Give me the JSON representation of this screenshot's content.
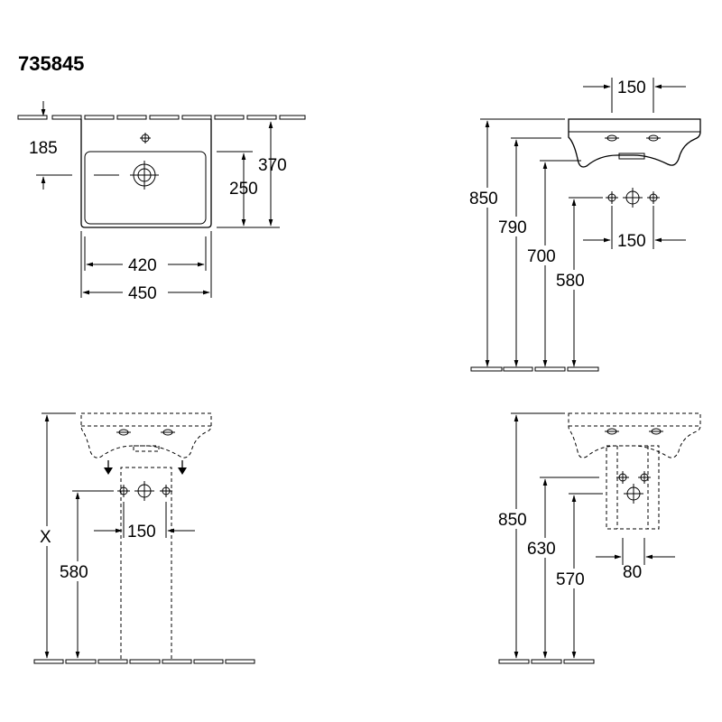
{
  "title": "735845",
  "views": {
    "top": {
      "wall_offset": "185",
      "depth_outer": "370",
      "depth_inner": "250",
      "width_inner": "420",
      "width_outer": "450"
    },
    "side": {
      "tap_spacing_top": "150",
      "height_rim": "850",
      "height_overflow": "790",
      "height_outlet": "700",
      "height_supply": "580",
      "supply_spacing": "150"
    },
    "pedestal": {
      "variable_height": "X",
      "supply_height": "580",
      "supply_spacing": "150"
    },
    "semi_pedestal": {
      "height_rim": "850",
      "height_waste": "630",
      "height_supply": "570",
      "supply_spacing": "80"
    }
  }
}
